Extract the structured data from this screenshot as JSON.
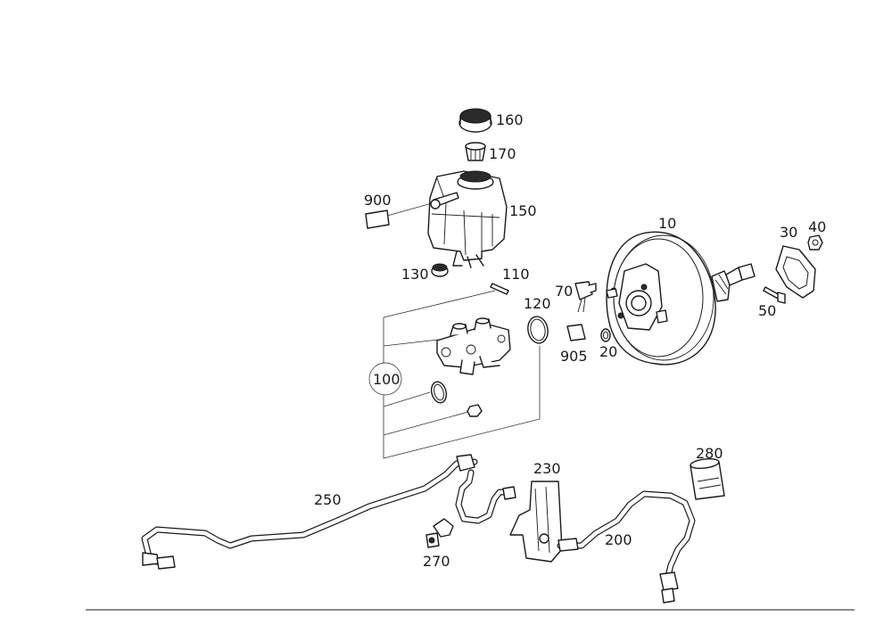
{
  "callouts": {
    "c10": "10",
    "c20": "20",
    "c30": "30",
    "c40": "40",
    "c50": "50",
    "c70": "70",
    "c100": "100",
    "c110": "110",
    "c120": "120",
    "c130": "130",
    "c150": "150",
    "c160": "160",
    "c170": "170",
    "c200": "200",
    "c230": "230",
    "c250": "250",
    "c270": "270",
    "c280": "280",
    "c900": "900",
    "c905": "905"
  },
  "colors": {
    "line": "#1a1a1a",
    "background": "#ffffff"
  }
}
